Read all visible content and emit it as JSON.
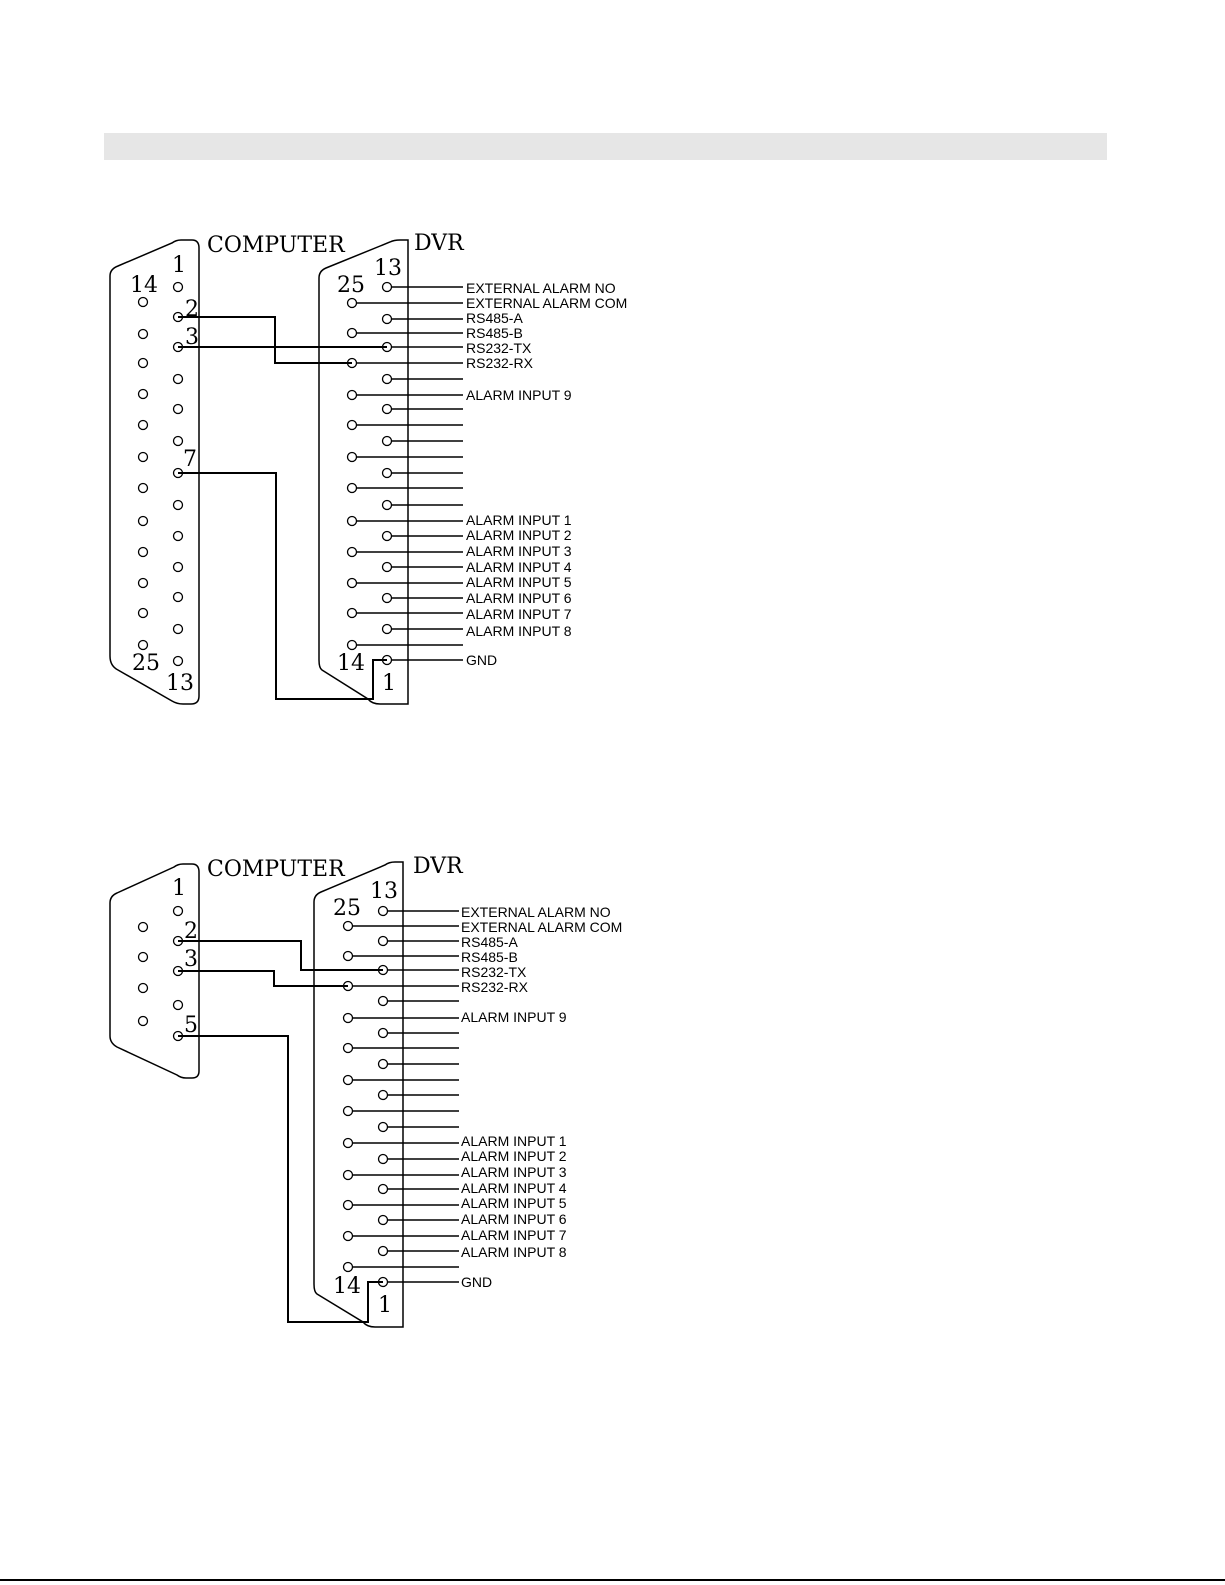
{
  "diagrams": [
    {
      "computer_title": "COMPUTER",
      "dvr_title": "DVR",
      "computer_pins": {
        "first_top": "1",
        "first_bottom": "14",
        "last_bottom": "25",
        "last_top": "13"
      },
      "computer_wired_pins": [
        "2",
        "3",
        "7"
      ],
      "dvr_pins": {
        "top_right": "13",
        "top_left": "25",
        "bottom_left": "14",
        "bottom_right": "1"
      },
      "signals": {
        "ext_alarm_no": "EXTERNAL ALARM NO",
        "ext_alarm_com": "EXTERNAL ALARM COM",
        "rs485_a": "RS485-A",
        "rs485_b": "RS485-B",
        "rs232_tx": "RS232-TX",
        "rs232_rx": "RS232-RX",
        "alarm9": "ALARM INPUT 9",
        "alarm1": "ALARM INPUT 1",
        "alarm2": "ALARM INPUT 2",
        "alarm3": "ALARM INPUT 3",
        "alarm4": "ALARM INPUT 4",
        "alarm5": "ALARM INPUT 5",
        "alarm6": "ALARM INPUT 6",
        "alarm7": "ALARM INPUT 7",
        "alarm8": "ALARM INPUT 8",
        "gnd": "GND"
      }
    },
    {
      "computer_title": "COMPUTER",
      "dvr_title": "DVR",
      "computer_pins": {
        "first_top": "1"
      },
      "computer_wired_pins": [
        "2",
        "3",
        "5"
      ],
      "dvr_pins": {
        "top_right": "13",
        "top_left": "25",
        "bottom_left": "14",
        "bottom_right": "1"
      },
      "signals": {
        "ext_alarm_no": "EXTERNAL ALARM NO",
        "ext_alarm_com": "EXTERNAL ALARM COM",
        "rs485_a": "RS485-A",
        "rs485_b": "RS485-B",
        "rs232_tx": "RS232-TX",
        "rs232_rx": "RS232-RX",
        "alarm9": "ALARM INPUT 9",
        "alarm1": "ALARM INPUT 1",
        "alarm2": "ALARM INPUT 2",
        "alarm3": "ALARM INPUT 3",
        "alarm4": "ALARM INPUT 4",
        "alarm5": "ALARM INPUT 5",
        "alarm6": "ALARM INPUT 6",
        "alarm7": "ALARM INPUT 7",
        "alarm8": "ALARM INPUT 8",
        "gnd": "GND"
      }
    }
  ]
}
